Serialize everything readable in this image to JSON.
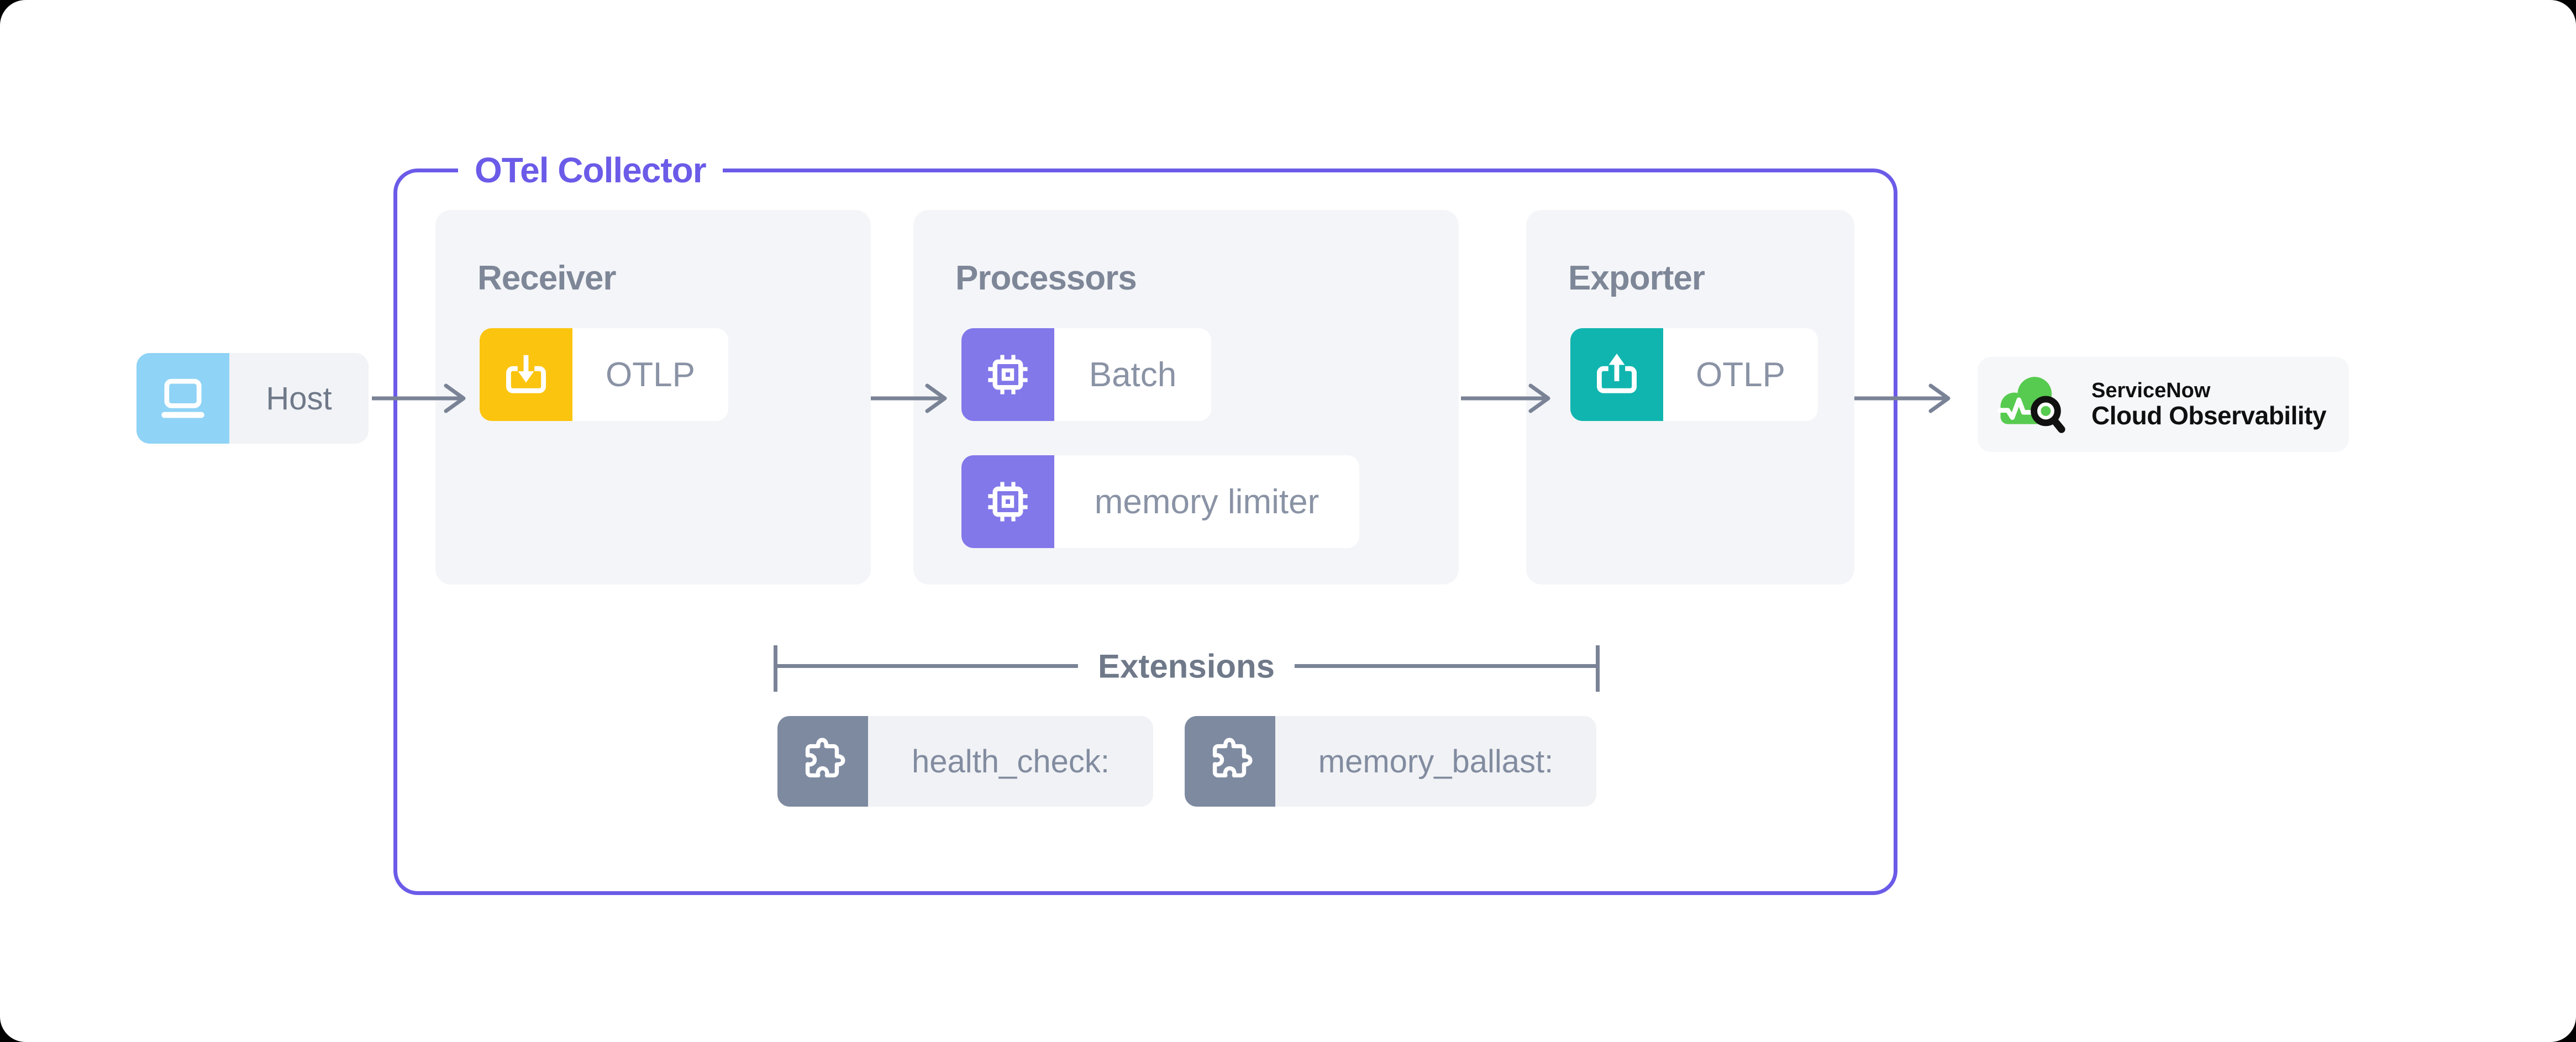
{
  "otel": {
    "label": "OTel Collector"
  },
  "host": {
    "label": "Host",
    "icon": "laptop-icon"
  },
  "panels": {
    "receiver": {
      "title": "Receiver",
      "chips": [
        {
          "label": "OTLP",
          "icon": "inbox-download-icon",
          "color": "#FBC40F"
        }
      ]
    },
    "processors": {
      "title": "Processors",
      "chips": [
        {
          "label": "Batch",
          "icon": "cpu-chip-icon",
          "color": "#8278EA"
        },
        {
          "label": "memory limiter",
          "icon": "cpu-chip-icon",
          "color": "#8278EA"
        }
      ]
    },
    "exporter": {
      "title": "Exporter",
      "chips": [
        {
          "label": "OTLP",
          "icon": "upload-icon",
          "color": "#10B5AF"
        }
      ]
    }
  },
  "extensions": {
    "title": "Extensions",
    "chips": [
      {
        "label": "health_check:",
        "icon": "puzzle-icon",
        "color": "#7E8AA0"
      },
      {
        "label": "memory_ballast:",
        "icon": "puzzle-icon",
        "color": "#7E8AA0"
      }
    ]
  },
  "destination": {
    "brand": "ServiceNow",
    "product": "Cloud Observability",
    "icon": "cloud-pulse-magnifier-icon"
  },
  "colors": {
    "background": "#000000",
    "canvas": "#FFFFFF",
    "otel_outline": "#6B5BE8",
    "panel_bg": "#F4F5F8",
    "arrow": "#7A8396",
    "receiver_accent": "#FBC40F",
    "processor_accent": "#8278EA",
    "exporter_accent": "#10B5AF",
    "host_accent": "#8FD3F6",
    "extension_accent": "#7E8AA0",
    "logo_green": "#57CB4F"
  }
}
